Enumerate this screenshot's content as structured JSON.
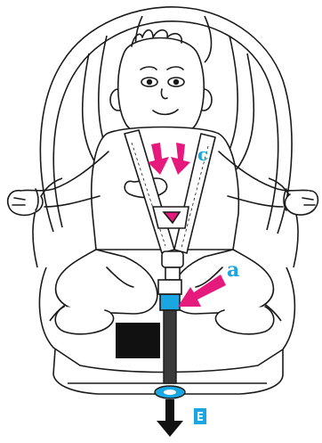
{
  "labels": {
    "c": "c",
    "a": "a",
    "e": "E"
  },
  "colors": {
    "arrow": "#e6197c",
    "accent": "#1aa6e0",
    "outline": "#1a1a1a",
    "strap": "#3a3a3a",
    "background": "#ffffff"
  },
  "icons": {
    "press_arrows": "down-arrow-icon",
    "release_button_arrow": "diagonal-arrow-icon",
    "pull_arrow": "down-arrow-icon"
  }
}
